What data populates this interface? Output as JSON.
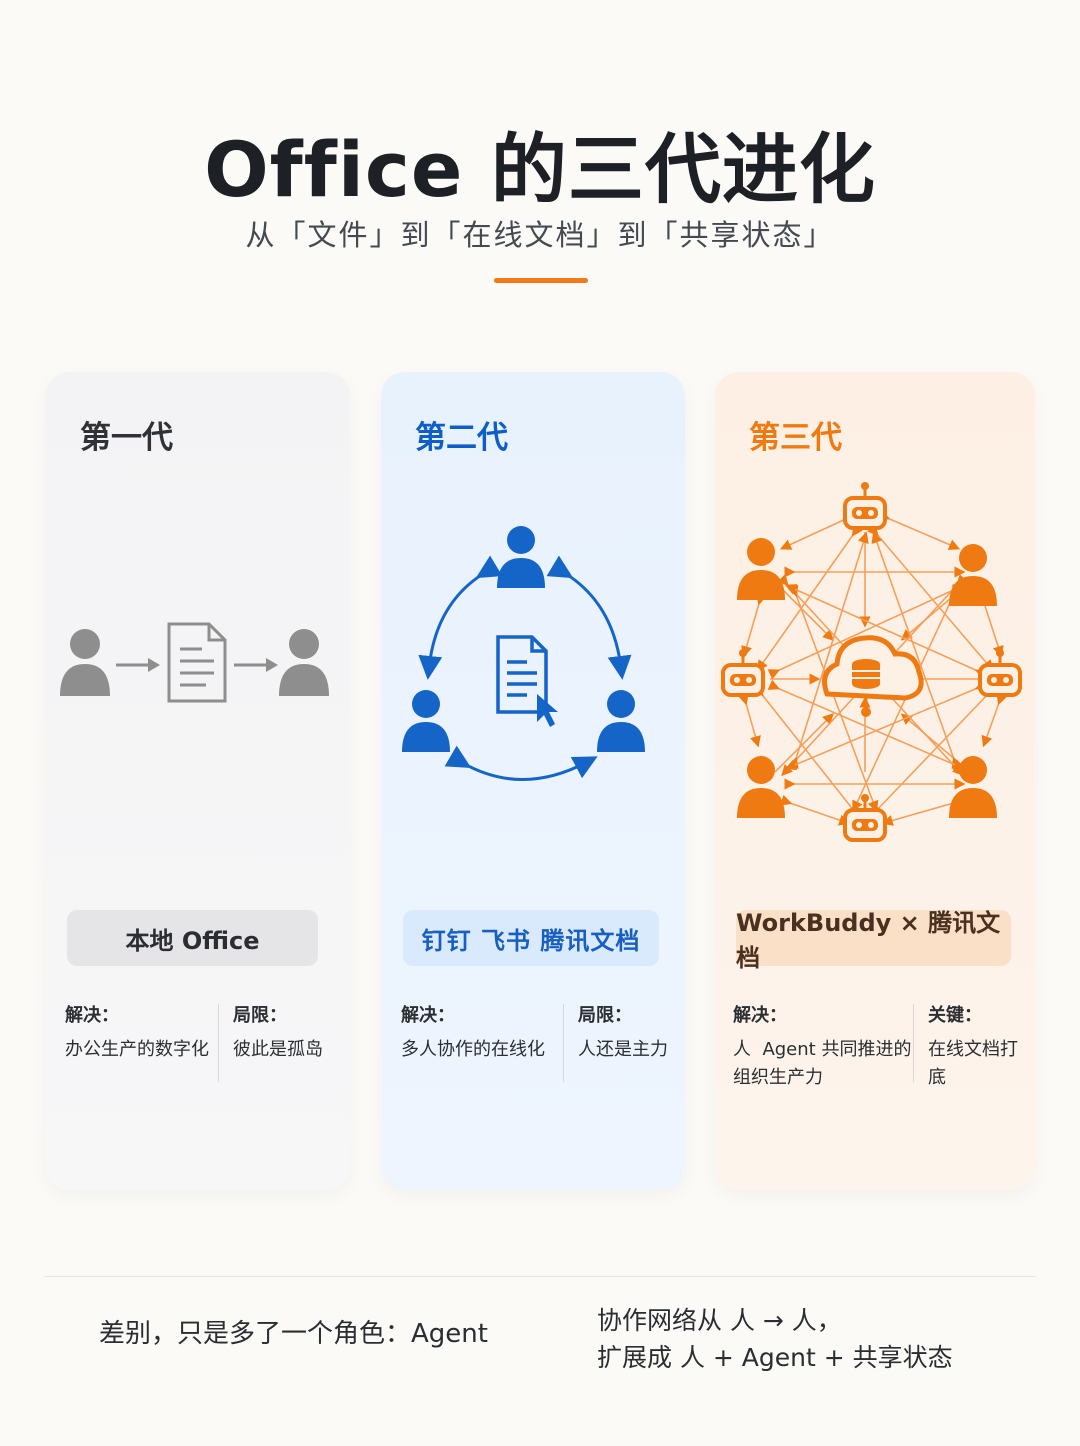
{
  "header": {
    "title": "Office 的三代进化",
    "subtitle": "从「文件」到「在线文档」到「共享状态」"
  },
  "colors": {
    "accent_orange": "#f07a1a",
    "blue": "#0d5fc7",
    "gray_icon": "#8e8e8e"
  },
  "cards": [
    {
      "title": "第一代",
      "pill": "本地 Office",
      "left_label": "解决：",
      "left_text": "办公生产的数字化",
      "right_label": "局限：",
      "right_text": "彼此是孤岛",
      "icons": [
        "person-icon",
        "arrow-right-icon",
        "document-icon",
        "arrow-right-icon",
        "person-icon"
      ]
    },
    {
      "title": "第二代",
      "pill": "钉钉  飞书  腾讯文档",
      "left_label": "解决：",
      "left_text": "多人协作的在线化",
      "right_label": "局限：",
      "right_text": "人还是主力",
      "icons": [
        "person-icon",
        "person-icon",
        "person-icon",
        "online-document-icon",
        "cursor-icon",
        "cycle-arrows-icon"
      ]
    },
    {
      "title": "第三代",
      "pill": "WorkBuddy × 腾讯文档",
      "left_label": "解决：",
      "left_text_line1": "人  Agent 共同推进的",
      "left_text_line2": "组织生产力",
      "right_label": "关键：",
      "right_text": "在线文档打底",
      "icons": [
        "cloud-database-icon",
        "robot-icon",
        "person-icon",
        "network-arrows-icon"
      ]
    }
  ],
  "footer": {
    "left": "差别，只是多了一个角色：Agent",
    "right_line1": "协作网络从 人 → 人，",
    "right_line2": "扩展成 人 + Agent + 共享状态"
  }
}
